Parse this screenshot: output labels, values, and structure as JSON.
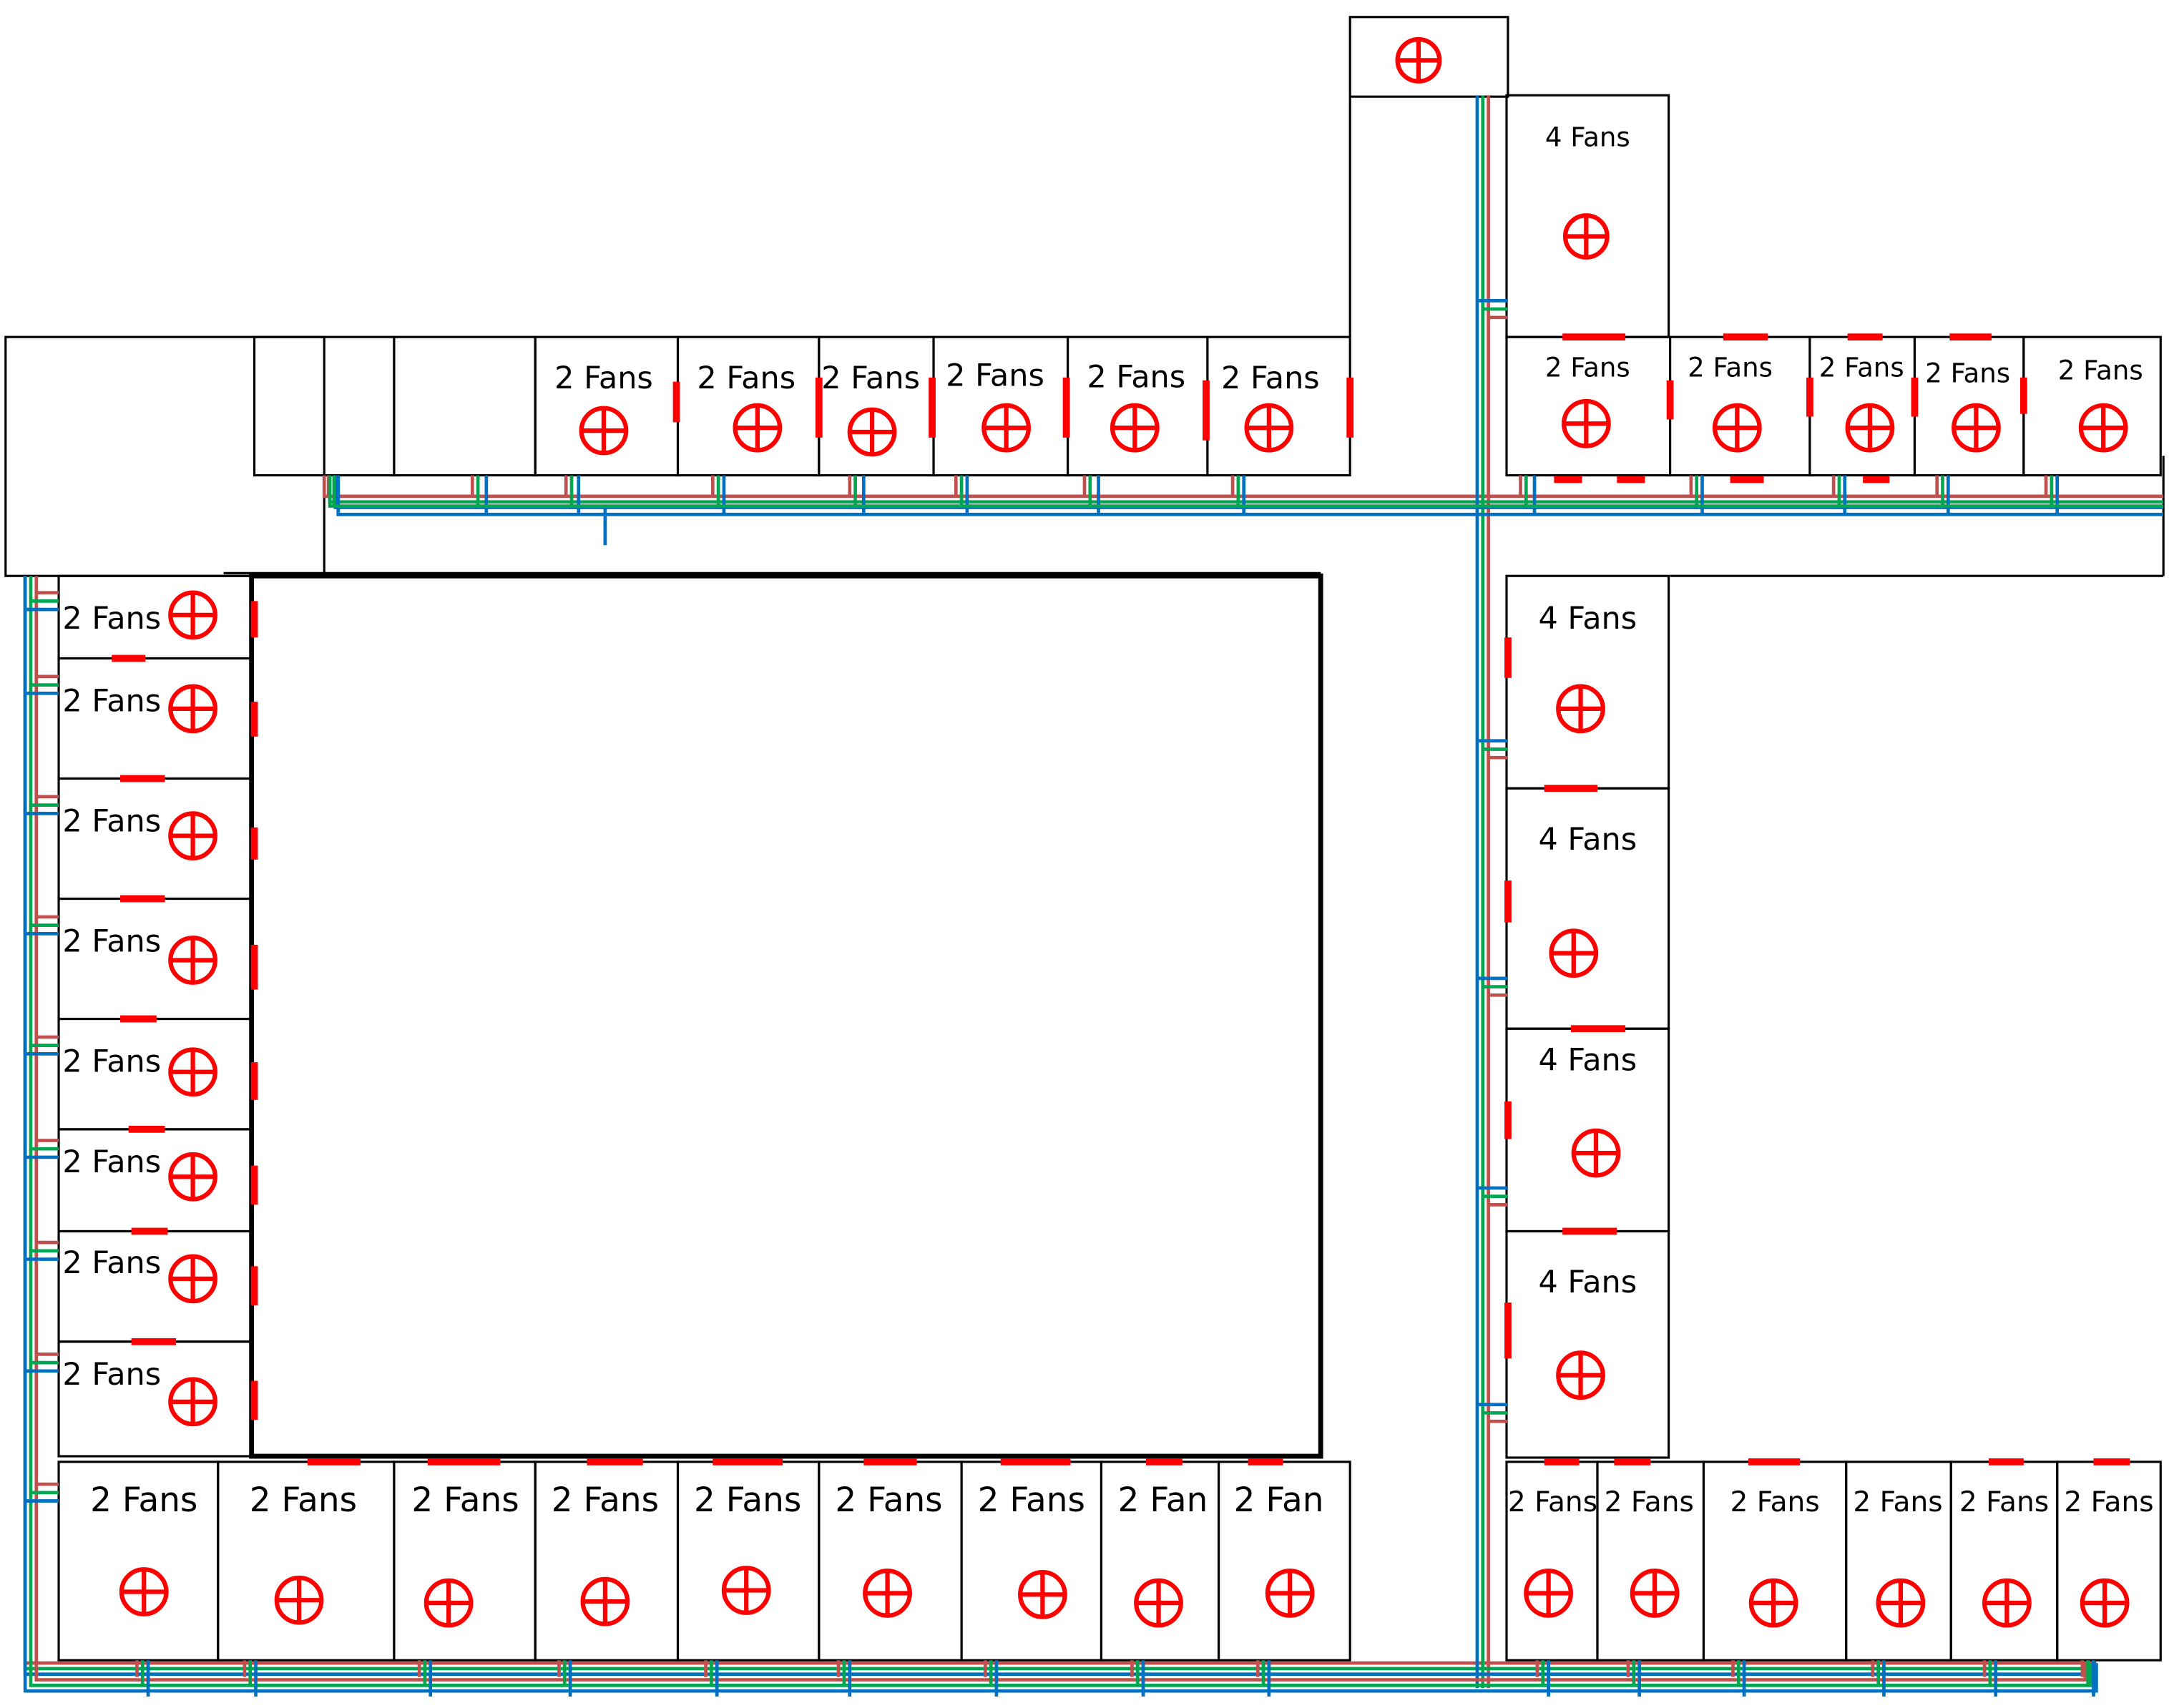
{
  "colors": {
    "outline": "#000000",
    "fan": "#ff0000",
    "door": "#ff0000",
    "wire_red": "#c0504d",
    "wire_green": "#00a650",
    "wire_blue": "#0070c0"
  },
  "fan_symbol": "circle-with-cross-icon",
  "labels": {
    "top_extension": [
      "4 Fans"
    ],
    "top_row_left": [
      "2 Fans",
      "2 Fans",
      "2 Fans",
      "2 Fans",
      "2 Fans",
      "2 Fans"
    ],
    "top_row_right": [
      "2 Fans",
      "2 Fans",
      "2 Fans",
      "2 Fans",
      "2 Fans"
    ],
    "left_column": [
      "2 Fans",
      "2 Fans",
      "2 Fans",
      "2 Fans",
      "2 Fans",
      "2 Fans",
      "2 Fans",
      "2 Fans"
    ],
    "right_column": [
      "4 Fans",
      "4 Fans",
      "4 Fans",
      "4 Fans"
    ],
    "bottom_row_left": [
      "2 Fans",
      "2 Fans",
      "2 Fans",
      "2 Fans",
      "2 Fans",
      "2 Fans",
      "2 Fans",
      "2 Fan",
      "2 Fan"
    ],
    "bottom_row_right": [
      "2 Fans",
      "2 Fans",
      "2 Fans",
      "2 Fans",
      "2 Fans",
      "2 Fans"
    ]
  }
}
